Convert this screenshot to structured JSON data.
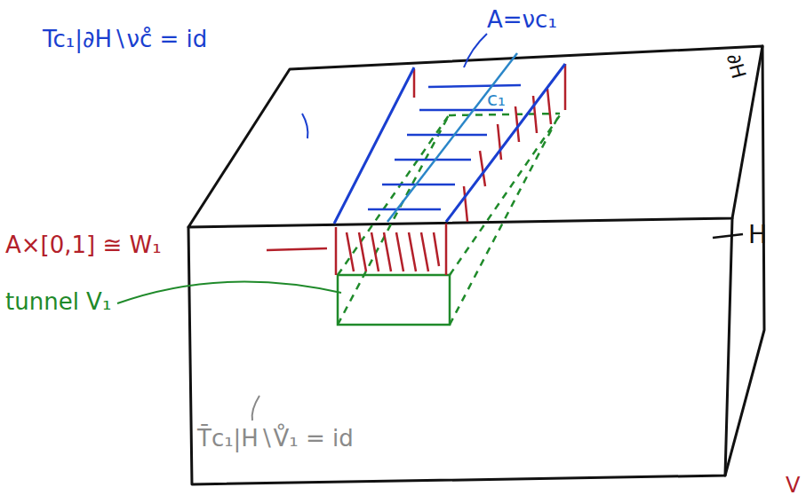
{
  "diagram": {
    "labels": [
      "Tc₁|∂H∖νc̊ = id",
      "A=νc₁",
      "c₁",
      "∂H",
      "H",
      "A×[0,1] ≅ W₁",
      "tunnel V₁",
      "T̄c₁|H∖V̊₁ = id",
      "V"
    ]
  }
}
